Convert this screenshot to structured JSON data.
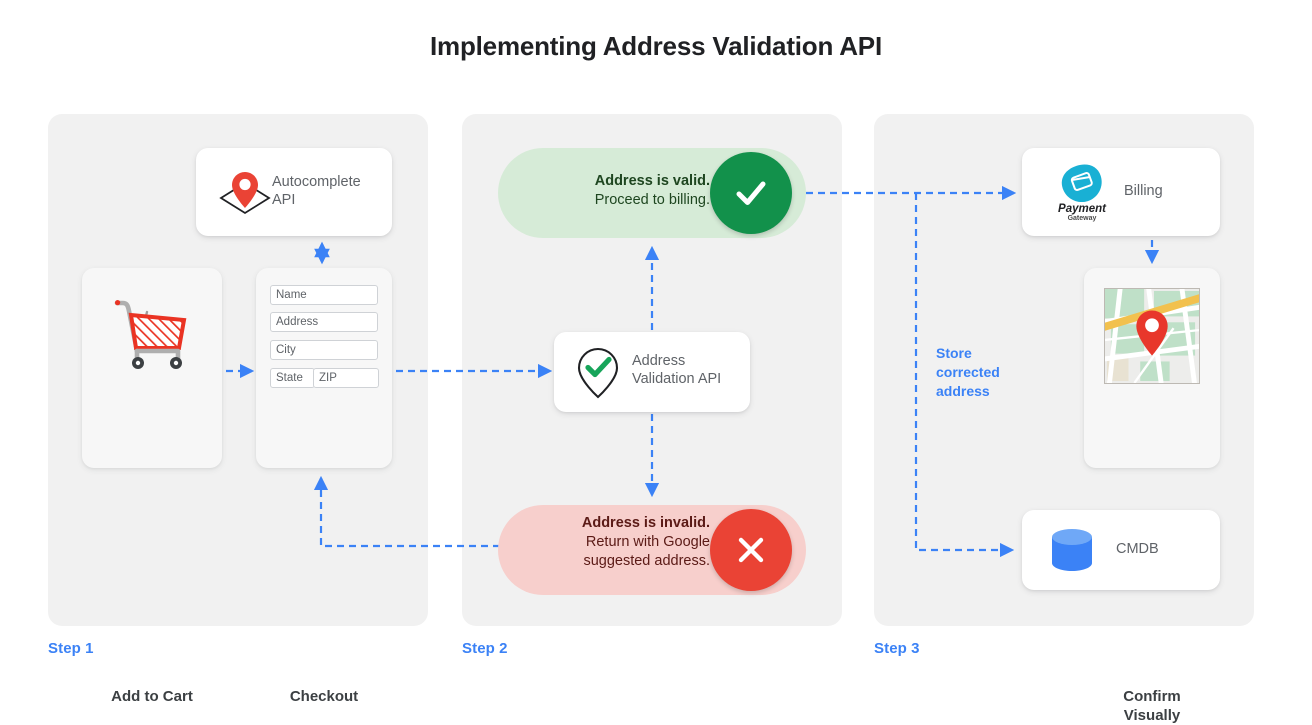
{
  "page": {
    "title": "Implementing Address Validation API",
    "accent_blue": "#3b82f6",
    "panel_bg": "#F1F1F1",
    "green": "#12914B",
    "red": "#EA4335",
    "valid_pill_bg": "#D6EBD7",
    "invalid_pill_bg": "#F7CFCC"
  },
  "steps": [
    {
      "label": "Step 1"
    },
    {
      "label": "Step 2"
    },
    {
      "label": "Step 3"
    }
  ],
  "step1": {
    "autocomplete": {
      "line1": "Autocomplete",
      "line2": "API",
      "icon": "map-pin-diamond-icon"
    },
    "add_to_cart": {
      "label": "Add to Cart",
      "icon": "shopping-cart-icon"
    },
    "checkout": {
      "label": "Checkout",
      "fields": [
        {
          "name": "name",
          "placeholder": "Name"
        },
        {
          "name": "address",
          "placeholder": "Address"
        },
        {
          "name": "city",
          "placeholder": "City"
        },
        {
          "name": "state",
          "placeholder": "State"
        },
        {
          "name": "zip",
          "placeholder": "ZIP"
        }
      ]
    }
  },
  "step2": {
    "valid": {
      "headline": "Address is valid.",
      "detail": "Proceed to billing.",
      "icon": "check-icon"
    },
    "invalid": {
      "headline": "Address is invalid.",
      "detail_line1": "Return with Google",
      "detail_line2": "suggested address.",
      "icon": "close-icon"
    },
    "validation_api": {
      "line1": "Address",
      "line2": "Validation API",
      "icon": "map-pin-check-icon"
    }
  },
  "step3": {
    "billing": {
      "label": "Billing",
      "logo_line1": "Payment",
      "logo_line2": "Gateway",
      "icon": "payment-gateway-icon"
    },
    "confirm": {
      "line1": "Confirm",
      "line2": "Visually",
      "icon": "map-thumbnail-icon"
    },
    "cmdb": {
      "label": "CMDB",
      "icon": "database-icon"
    },
    "store_note": {
      "line1": "Store",
      "line2": "corrected",
      "line3": "address"
    }
  }
}
